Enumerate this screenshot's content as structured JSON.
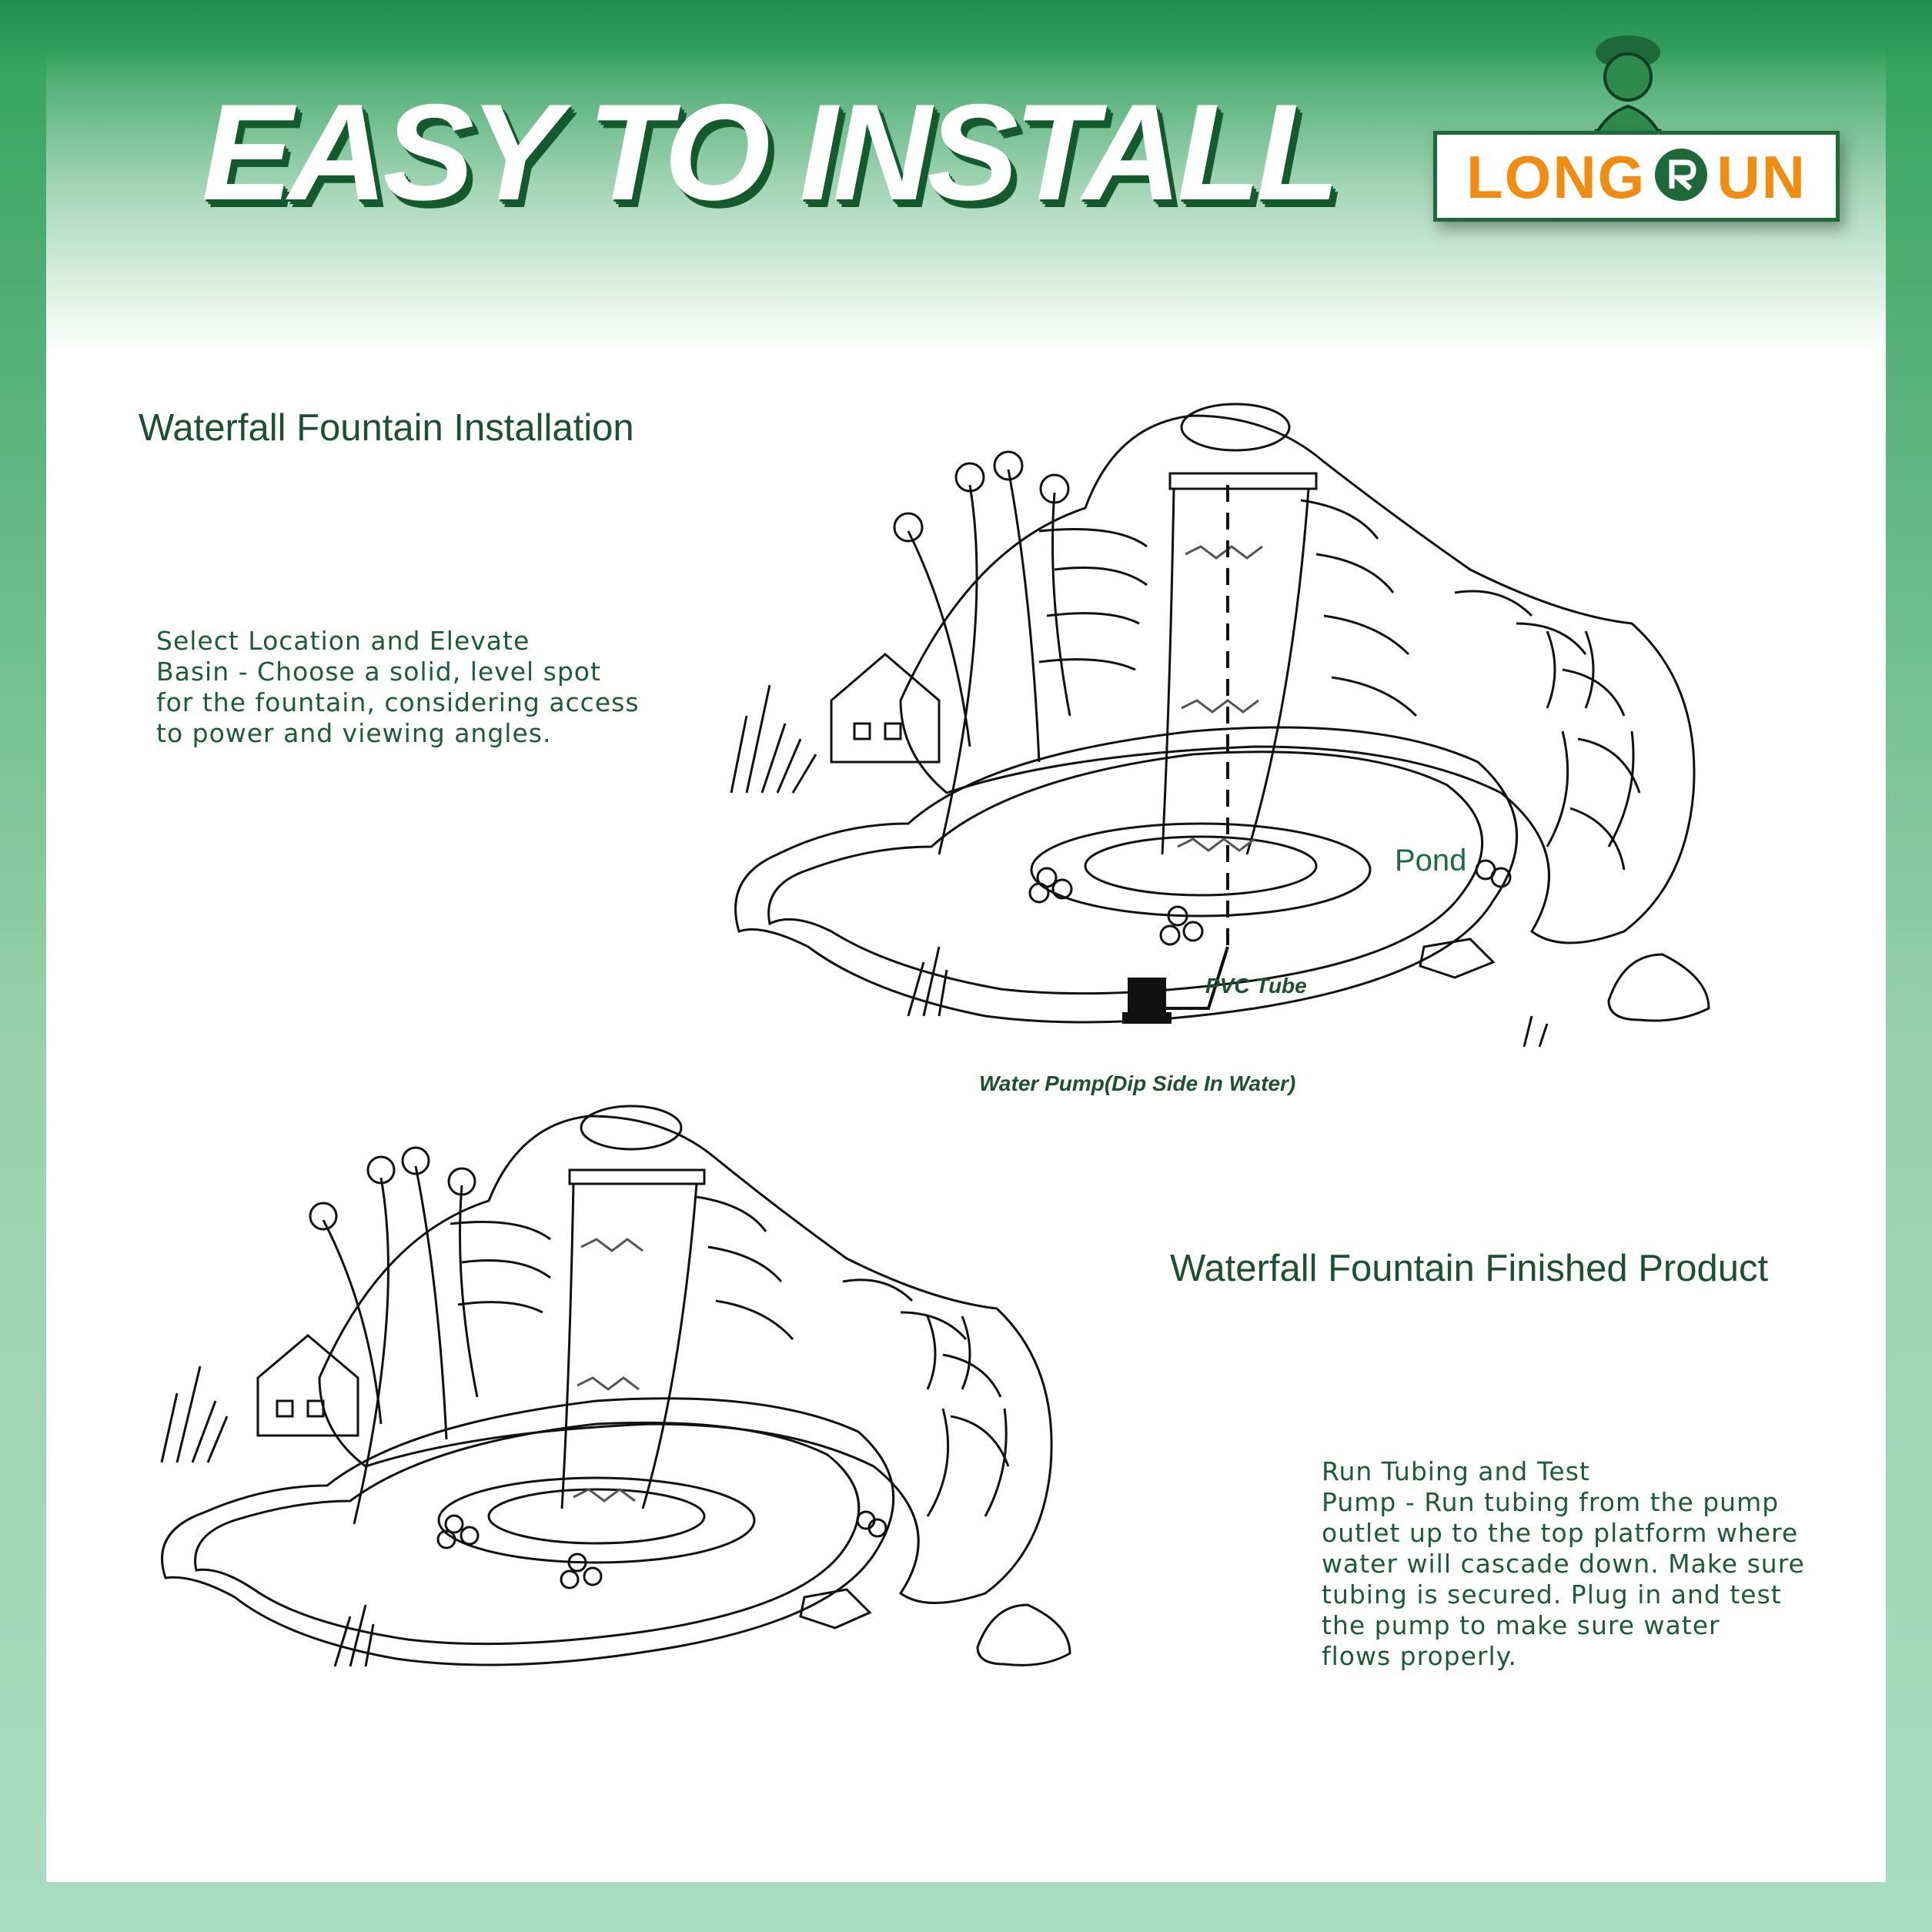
{
  "header": {
    "title": "EASY TO INSTALL",
    "brand": "LONG RUN",
    "brand_left": "LONG",
    "brand_right": "UN"
  },
  "step1": {
    "heading": "Waterfall Fountain Installation",
    "lines": [
      "Select Location and Elevate",
      "Basin - Choose a solid, level spot",
      "for the fountain, considering access",
      "to power and viewing angles."
    ]
  },
  "diagram1": {
    "pond_label": "Pond",
    "tube_label": "PVC Tube",
    "pump_label": "Water Pump(Dip Side In Water)"
  },
  "step2": {
    "heading": "Waterfall Fountain Finished Product",
    "lines": [
      "Run Tubing and Test",
      "Pump - Run tubing from the pump",
      "outlet up to the top platform where",
      "water will cascade down. Make sure",
      "tubing is secured. Plug in and test",
      "the pump to make sure water",
      "flows properly."
    ]
  },
  "colors": {
    "brand_green": "#1d6a38",
    "brand_orange": "#f28c0f",
    "text_green": "#1c4f33"
  }
}
